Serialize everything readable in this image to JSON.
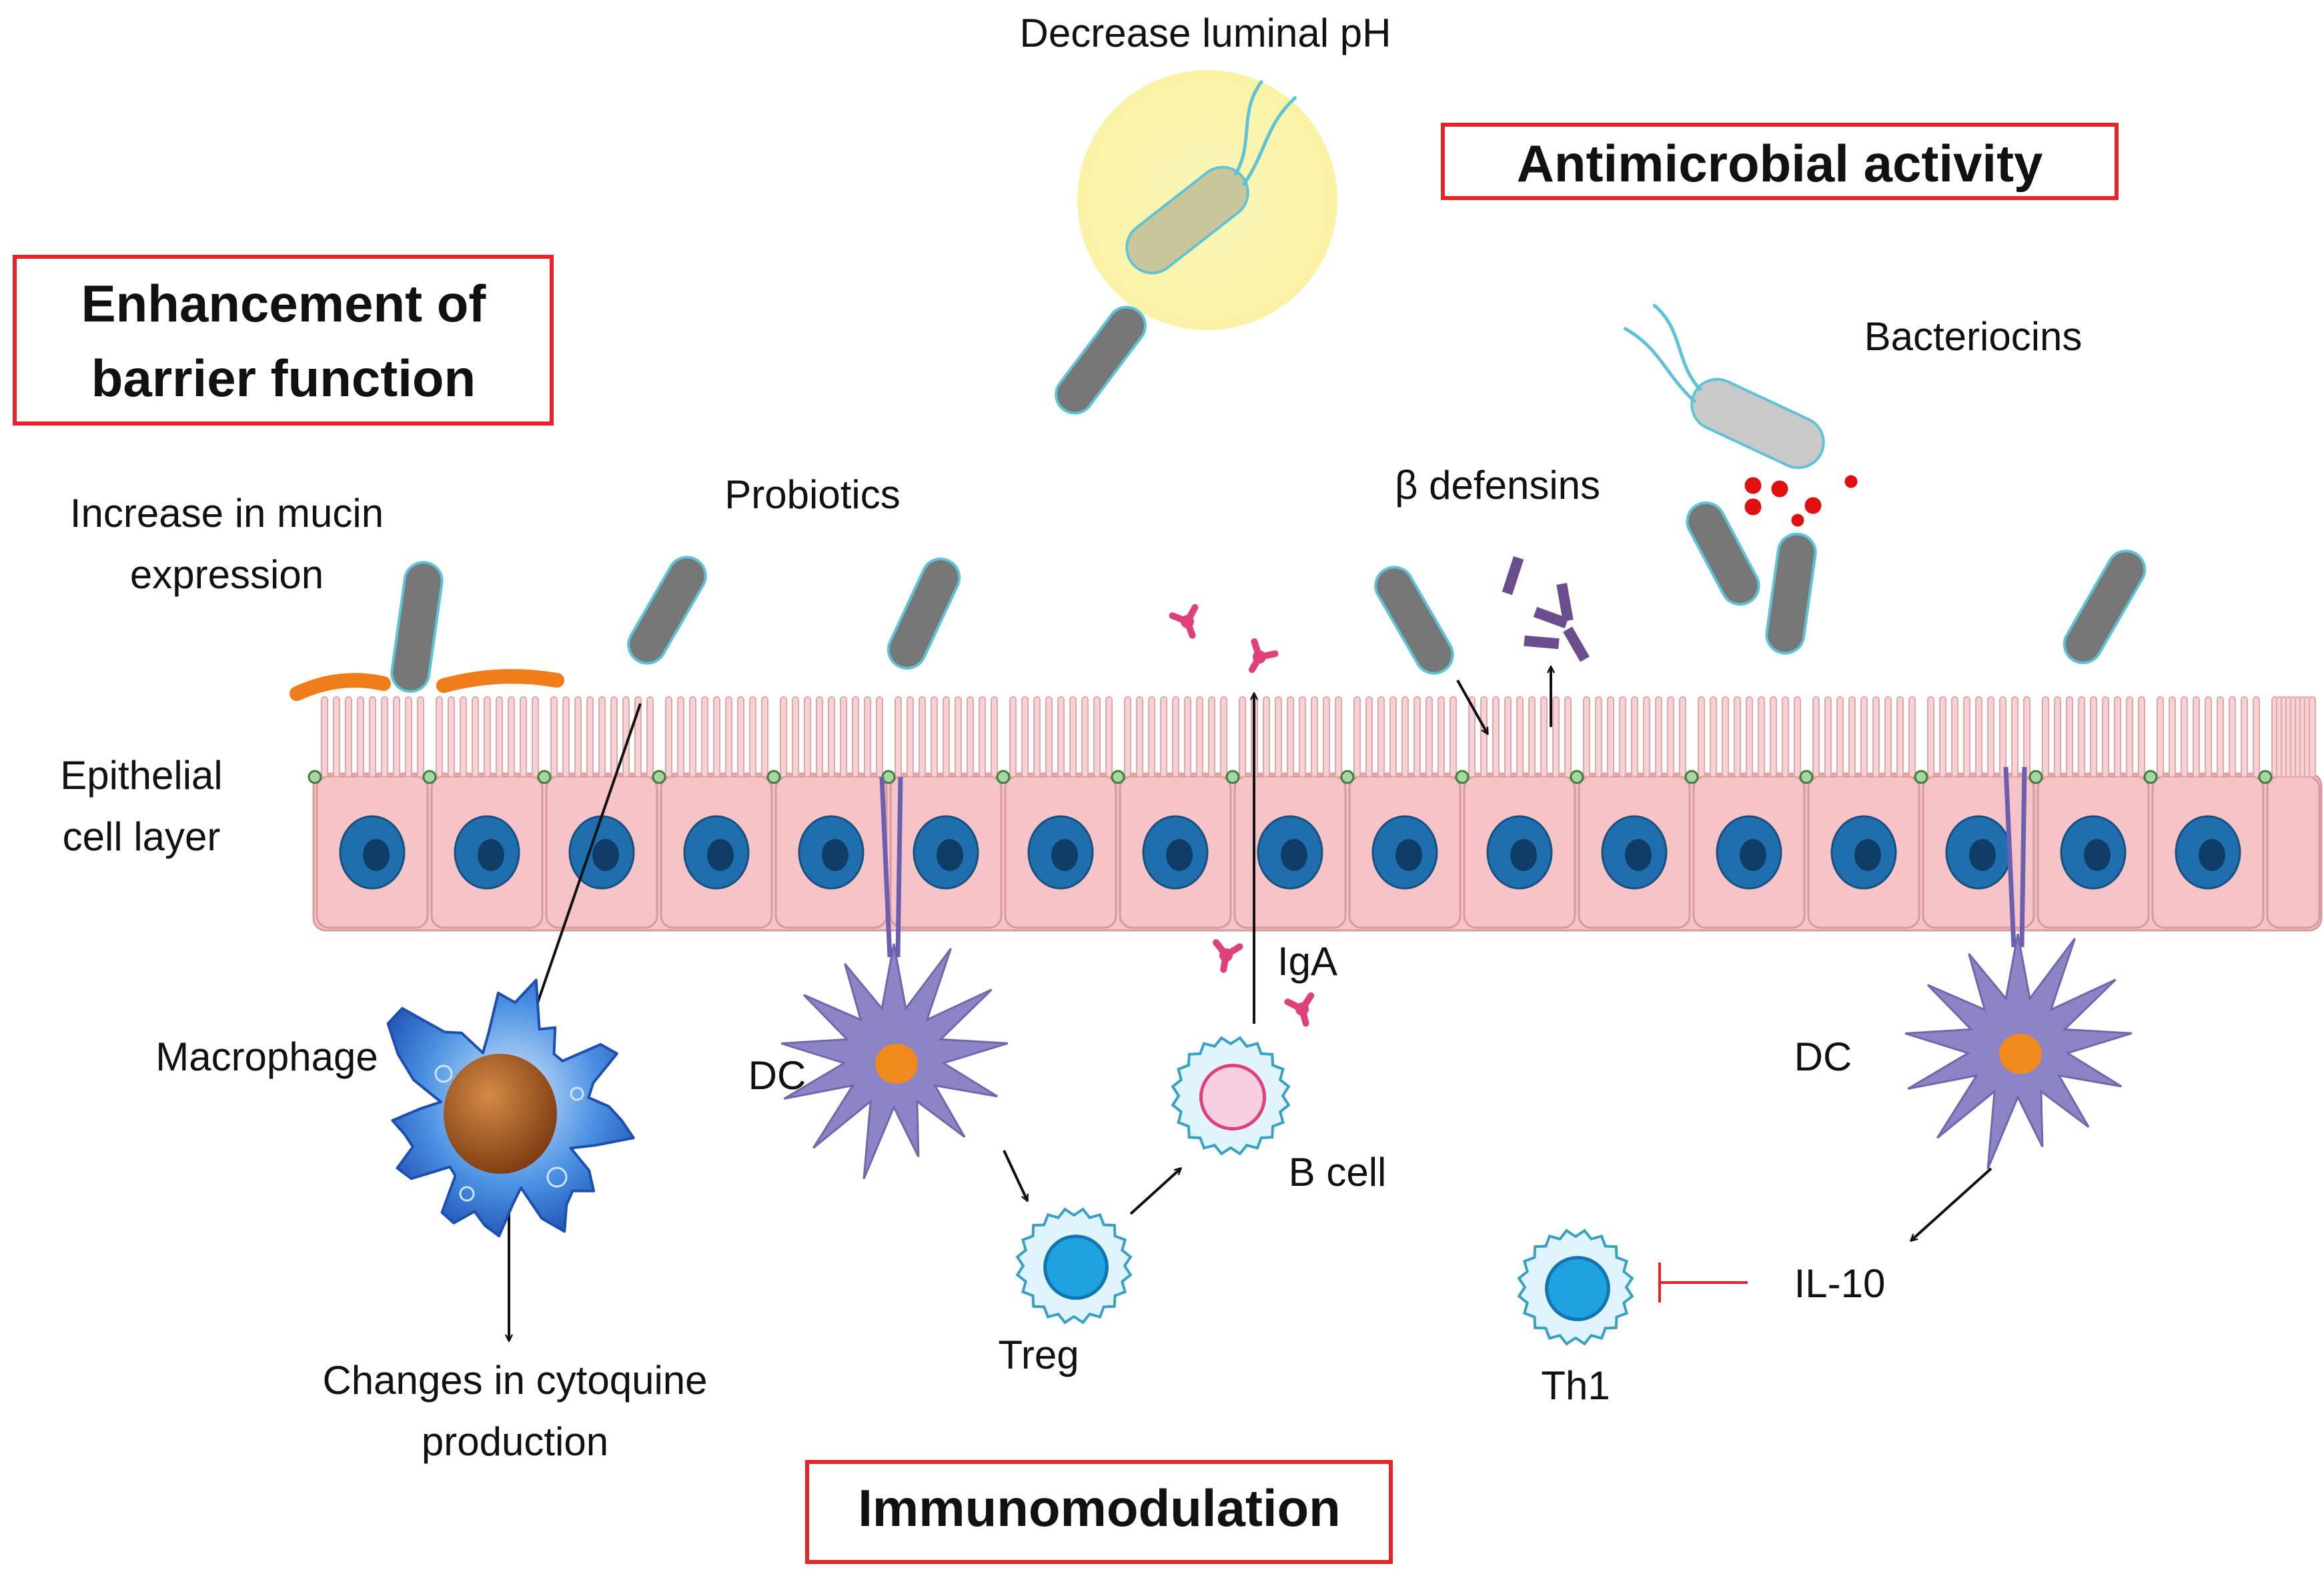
{
  "boxes": {
    "barrier_line1": "Enhancement of",
    "barrier_line2": "barrier function",
    "antimicrobial": "Antimicrobial activity",
    "immunomodulation": "Immunomodulation"
  },
  "labels": {
    "decrease_ph": "Decrease luminal pH",
    "bacteriocins": "Bacteriocins",
    "mucin_line1": "Increase in mucin",
    "mucin_line2": "expression",
    "probiotics": "Probiotics",
    "defensins": "β defensins",
    "epithelial_line1": "Epithelial",
    "epithelial_line2": "cell layer",
    "macrophage": "Macrophage",
    "dc_left": "DC",
    "dc_right": "DC",
    "iga": "IgA",
    "b_cell": "B cell",
    "treg": "Treg",
    "il10": "IL-10",
    "th1": "Th1",
    "cytokine_line1": "Changes in cytoquine",
    "cytokine_line2": "production"
  },
  "colors": {
    "box_border": "#e8232a",
    "probiotic_fill": "#777777",
    "probiotic_outline": "#5fc3d8",
    "epithelium": "#f6c3c6",
    "nucleus": "#1f6fae",
    "dendritic_cell": "#8b84c5",
    "immune_cell": "#9fdcf0",
    "igA": "#e0407a",
    "defensin": "#6a4e8e",
    "bacteriocin": "#e01010",
    "mucin": "#ef7d1a",
    "ph_glow": "#fbf6b8",
    "inhibition": "#e8232a"
  }
}
